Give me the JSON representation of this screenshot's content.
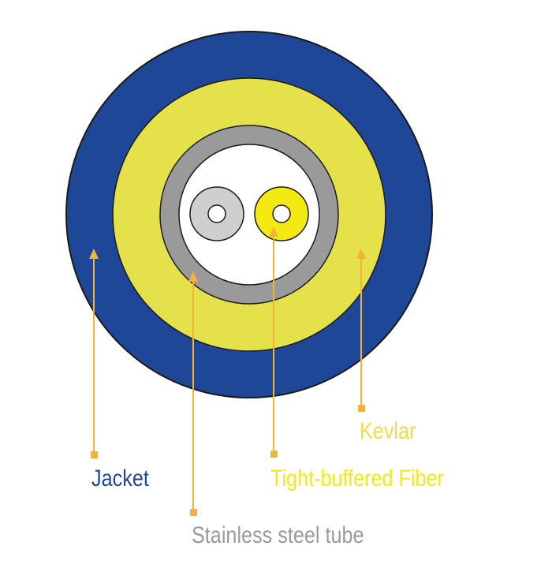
{
  "labels": {
    "kevlar": "Kevlar",
    "jacket": "Jacket",
    "fiber": "Tight-buffered Fiber",
    "tube": "Stainless steel tube"
  },
  "colors": {
    "jacket": "#1f4797",
    "kevlar": "#e5e14a",
    "tube": "#9a9a9a",
    "tube_interior": "#ffffff",
    "fiber_left": "#cfcfcf",
    "fiber_right": "#f4ea12",
    "outline": "#1a1a1a",
    "pointer": "#f5b335",
    "label_jacket": "#1f4797",
    "label_kevlar": "#e5e14a",
    "label_fiber": "#f4ea12",
    "label_tube": "#9a9a9a"
  }
}
